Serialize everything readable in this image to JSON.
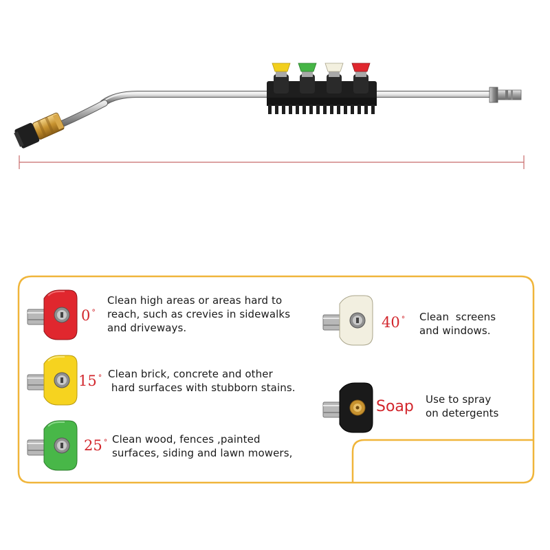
{
  "colors": {
    "accent_gold": "#f0b53a",
    "label_red": "#d2262c",
    "nozzle_red": "#e02a2f",
    "nozzle_yellow": "#f6d31f",
    "nozzle_green": "#48b748",
    "nozzle_white": "#f2efe0",
    "nozzle_black": "#1a1a1a"
  },
  "nozzles": [
    {
      "id": "red",
      "icon": "red-nozzle-icon",
      "angle_value": "0",
      "degree_mark": "°",
      "description": "Clean high areas or areas hard to\nreach, such as crevies in sidewalks\nand driveways."
    },
    {
      "id": "yellow",
      "icon": "yellow-nozzle-icon",
      "angle_value": "15",
      "degree_mark": "°",
      "description": "Clean brick, concrete and other\n hard surfaces with stubborn stains."
    },
    {
      "id": "green",
      "icon": "green-nozzle-icon",
      "angle_value": "25",
      "degree_mark": "°",
      "description": "Clean wood, fences ,painted\nsurfaces, siding and lawn mowers,"
    },
    {
      "id": "white",
      "icon": "white-nozzle-icon",
      "angle_value": "40",
      "degree_mark": "°",
      "description": "Clean  screens\nand windows."
    },
    {
      "id": "soap",
      "icon": "black-soap-nozzle-icon",
      "label": "Soap",
      "description": "Use to spray\non detergents"
    }
  ]
}
